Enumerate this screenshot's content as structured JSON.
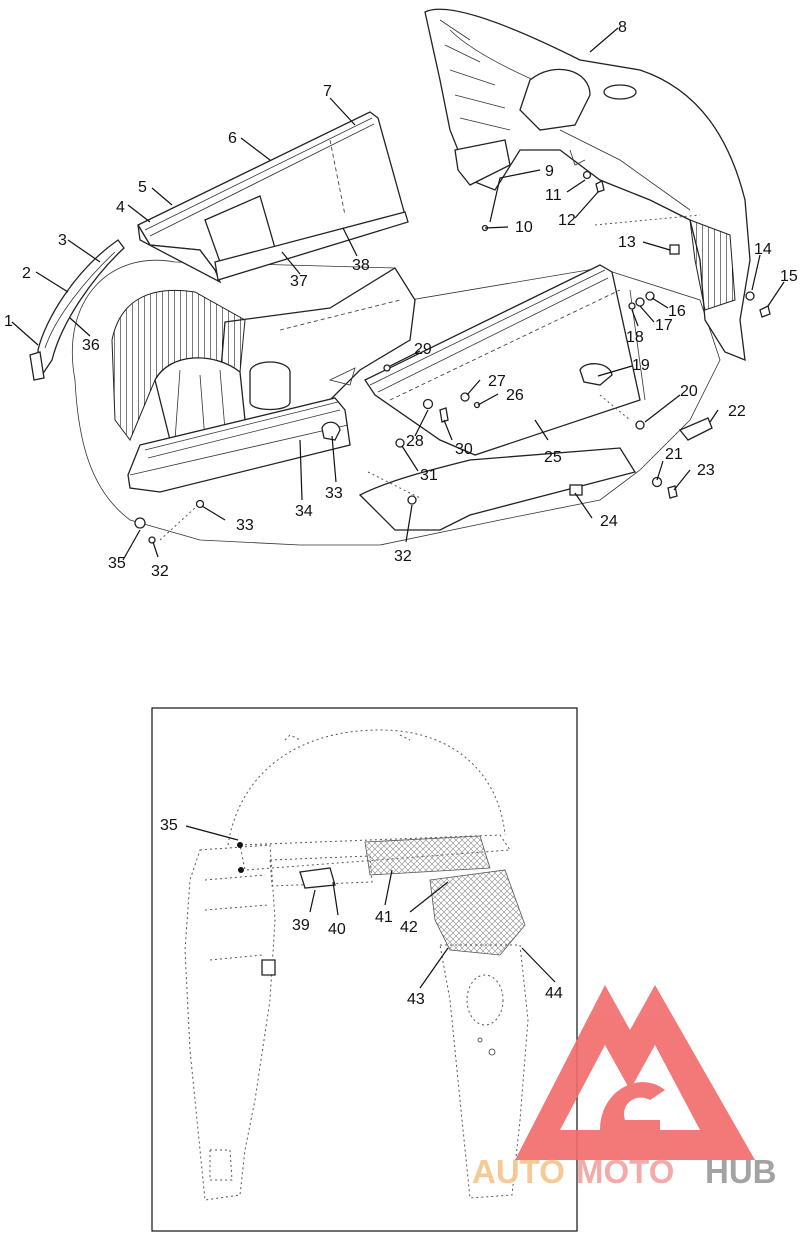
{
  "top_labels": [
    {
      "id": "1",
      "text": "1"
    },
    {
      "id": "2",
      "text": "2"
    },
    {
      "id": "3",
      "text": "3"
    },
    {
      "id": "4",
      "text": "4"
    },
    {
      "id": "5",
      "text": "5"
    },
    {
      "id": "6",
      "text": "6"
    },
    {
      "id": "7",
      "text": "7"
    },
    {
      "id": "8",
      "text": "8"
    },
    {
      "id": "9",
      "text": "9"
    },
    {
      "id": "10",
      "text": "10"
    },
    {
      "id": "11",
      "text": "11"
    },
    {
      "id": "12",
      "text": "12"
    },
    {
      "id": "13",
      "text": "13"
    },
    {
      "id": "14",
      "text": "14"
    },
    {
      "id": "15",
      "text": "15"
    },
    {
      "id": "16",
      "text": "16"
    },
    {
      "id": "17",
      "text": "17"
    },
    {
      "id": "18",
      "text": "18"
    },
    {
      "id": "19",
      "text": "19"
    },
    {
      "id": "20",
      "text": "20"
    },
    {
      "id": "21",
      "text": "21"
    },
    {
      "id": "22",
      "text": "22"
    },
    {
      "id": "23",
      "text": "23"
    },
    {
      "id": "24",
      "text": "24"
    },
    {
      "id": "25",
      "text": "25"
    },
    {
      "id": "26",
      "text": "26"
    },
    {
      "id": "27",
      "text": "27"
    },
    {
      "id": "28",
      "text": "28"
    },
    {
      "id": "29",
      "text": "29"
    },
    {
      "id": "30",
      "text": "30"
    },
    {
      "id": "31",
      "text": "31"
    },
    {
      "id": "32a",
      "text": "32"
    },
    {
      "id": "32b",
      "text": "32"
    },
    {
      "id": "33a",
      "text": "33"
    },
    {
      "id": "33b",
      "text": "33"
    },
    {
      "id": "34",
      "text": "34"
    },
    {
      "id": "35",
      "text": "35"
    },
    {
      "id": "36",
      "text": "36"
    },
    {
      "id": "37",
      "text": "37"
    },
    {
      "id": "38",
      "text": "38"
    }
  ],
  "inset_labels": [
    {
      "id": "35i",
      "text": "35"
    },
    {
      "id": "39",
      "text": "39"
    },
    {
      "id": "40",
      "text": "40"
    },
    {
      "id": "41",
      "text": "41"
    },
    {
      "id": "42",
      "text": "42"
    },
    {
      "id": "43",
      "text": "43"
    },
    {
      "id": "44",
      "text": "44"
    }
  ],
  "watermark": {
    "part1": "AUTO",
    "part2": "MOTO",
    "part3": "HUB",
    "color1": "#f5c58a",
    "color2": "#f4a1a1",
    "color3": "#9a9a9a",
    "logo_color": "#f26b6b"
  }
}
